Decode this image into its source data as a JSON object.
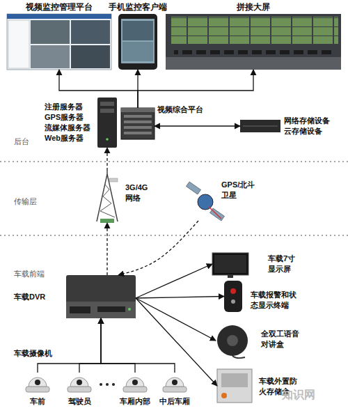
{
  "diagram": {
    "nodes": [
      {
        "text": [
          "视频监控管理平台"
        ]
      },
      {
        "text": [
          "手机监控客户端"
        ]
      },
      {
        "text": [
          "拼接大屏"
        ]
      },
      {
        "text": [
          "注册服务器 GPS服务器 流媒体服务器 Web服务器"
        ]
      },
      {
        "text": [
          "视频综合平台"
        ]
      },
      {
        "text": [
          "网络存储设备 云存储设备"
        ]
      },
      {
        "text": [
          "3G/4G 网络"
        ]
      },
      {
        "text": [
          "GPS/北斗 卫星"
        ]
      },
      {
        "text": [
          "车载DVR"
        ]
      },
      {
        "text": [
          "车载7寸 显示屏"
        ]
      },
      {
        "text": [
          "车载报警和状 态显示终端"
        ]
      },
      {
        "text": [
          "全双工语音 对讲盒"
        ]
      },
      {
        "text": [
          "车载外置防 火存储盒"
        ]
      },
      {
        "text": [
          "车前"
        ]
      },
      {
        "text": [
          "驾驶员"
        ]
      },
      {
        "text": [
          "车厢内部"
        ]
      },
      {
        "text": [
          "中后车厢"
        ]
      }
    ],
    "edges": [
      {
        "from": 4,
        "to": 0,
        "arrow": "to"
      },
      {
        "from": 4,
        "to": 1,
        "arrow": "to"
      },
      {
        "from": 4,
        "to": 2,
        "arrow": "to"
      },
      {
        "from": 4,
        "to": 5,
        "arrow": "both"
      },
      {
        "from": 6,
        "to": 3,
        "arrow": "to"
      },
      {
        "from": 8,
        "to": 6,
        "arrow": "to"
      },
      {
        "from": 7,
        "to": 8,
        "arrow": "to"
      },
      {
        "from": 8,
        "to": 9,
        "arrow": "to"
      },
      {
        "from": 8,
        "to": 10,
        "arrow": "to"
      },
      {
        "from": 8,
        "to": 11,
        "arrow": "to"
      },
      {
        "from": 8,
        "to": 12,
        "arrow": "to"
      },
      {
        "from": 13,
        "to": 8,
        "arrow": "to"
      },
      {
        "from": 14,
        "to": 8,
        "arrow": "to"
      },
      {
        "from": 15,
        "to": 8,
        "arrow": "to"
      },
      {
        "from": 16,
        "to": 8,
        "arrow": "to"
      }
    ],
    "labels": [
      "后台",
      "传输层",
      "车载前端",
      "车载摄像机",
      "知识网"
    ]
  }
}
